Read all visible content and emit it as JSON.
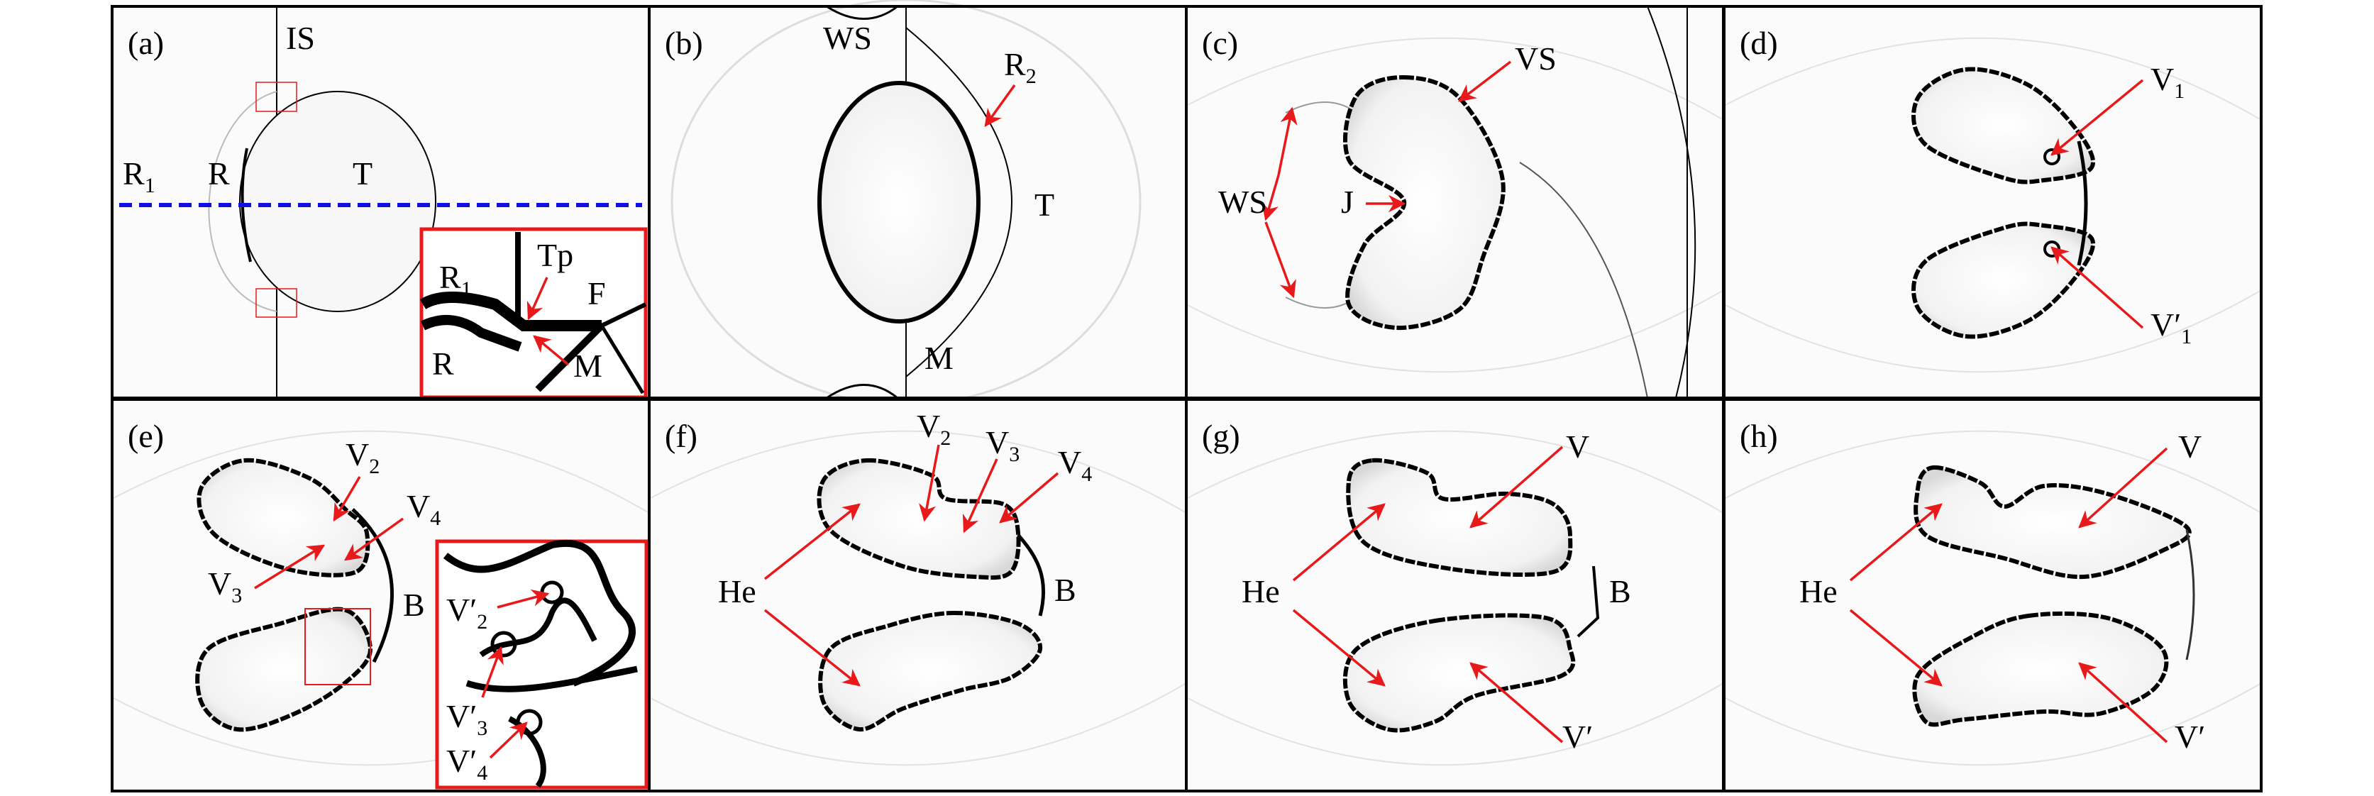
{
  "figure": {
    "colors": {
      "arrow": "#e8191b",
      "dashed_line": "#1010e0",
      "interface": "#000000",
      "background": "#fbfbfb"
    },
    "panels": [
      {
        "label": "(a)",
        "annotations": [
          {
            "text": "IS"
          },
          {
            "text": "R",
            "sub": "1"
          },
          {
            "text": "R"
          },
          {
            "text": "T"
          },
          {
            "text": "Tp"
          },
          {
            "text": "R",
            "sub": "1"
          },
          {
            "text": "F"
          },
          {
            "text": "R"
          },
          {
            "text": "M"
          }
        ]
      },
      {
        "label": "(b)",
        "annotations": [
          {
            "text": "WS"
          },
          {
            "text": "R",
            "sub": "2"
          },
          {
            "text": "T"
          },
          {
            "text": "M"
          }
        ]
      },
      {
        "label": "(c)",
        "annotations": [
          {
            "text": "VS"
          },
          {
            "text": "WS"
          },
          {
            "text": "J"
          }
        ]
      },
      {
        "label": "(d)",
        "annotations": [
          {
            "text": "V",
            "sub": "1"
          },
          {
            "text": "V′",
            "sub": "1"
          }
        ]
      },
      {
        "label": "(e)",
        "annotations": [
          {
            "text": "V",
            "sub": "2"
          },
          {
            "text": "V",
            "sub": "4"
          },
          {
            "text": "V",
            "sub": "3"
          },
          {
            "text": "B"
          },
          {
            "text": "V′",
            "sub": "2"
          },
          {
            "text": "V′",
            "sub": "3"
          },
          {
            "text": "V′",
            "sub": "4"
          }
        ]
      },
      {
        "label": "(f)",
        "annotations": [
          {
            "text": "V",
            "sub": "2"
          },
          {
            "text": "V",
            "sub": "3"
          },
          {
            "text": "V",
            "sub": "4"
          },
          {
            "text": "He"
          },
          {
            "text": "B"
          }
        ]
      },
      {
        "label": "(g)",
        "annotations": [
          {
            "text": "V"
          },
          {
            "text": "He"
          },
          {
            "text": "B"
          },
          {
            "text": "V′"
          }
        ]
      },
      {
        "label": "(h)",
        "annotations": [
          {
            "text": "V"
          },
          {
            "text": "He"
          },
          {
            "text": "V′"
          }
        ]
      }
    ]
  }
}
